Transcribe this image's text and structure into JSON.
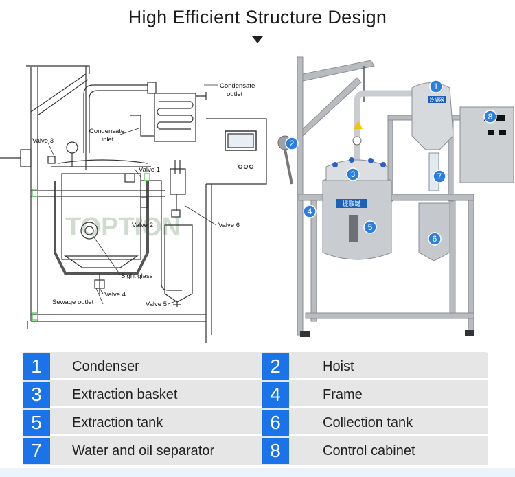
{
  "header": {
    "title": "High Efficient Structure Design"
  },
  "diagram_labels": {
    "condensate_outlet": [
      "Condensate",
      "outlet"
    ],
    "condensate_inlet": [
      "Condensate",
      "inlet"
    ],
    "valve_3": "Valve 3",
    "valve_1": "Valve 1",
    "valve_2": "Valve 2",
    "valve_6": "Valve 6",
    "sight_glass": "Sight glass",
    "valve_4": "Valve 4",
    "sewage_outlet": "Sewage outlet",
    "valve_5": "Valve 5",
    "watermark": "TOPTION"
  },
  "photo_labels": {
    "tank_sign": "提取罐",
    "condenser_sign": "冷凝器"
  },
  "parts": [
    {
      "num": "1",
      "name": "Condenser"
    },
    {
      "num": "2",
      "name": "Hoist"
    },
    {
      "num": "3",
      "name": "Extraction basket"
    },
    {
      "num": "4",
      "name": "Frame"
    },
    {
      "num": "5",
      "name": "Extraction tank"
    },
    {
      "num": "6",
      "name": "Collection tank"
    },
    {
      "num": "7",
      "name": "Water and oil separator"
    },
    {
      "num": "8",
      "name": "Control cabinet"
    }
  ],
  "colors": {
    "accent": "#1a73e8",
    "table_bg": "#e6e6e6"
  }
}
